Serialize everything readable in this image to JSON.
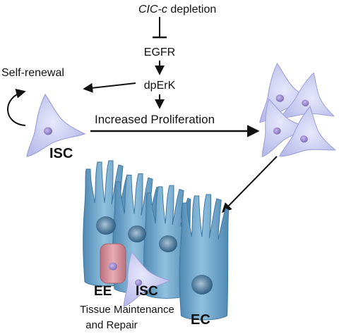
{
  "labels": {
    "cic": "CIC-c",
    "depletion": " depletion",
    "egfr": "EGFR",
    "dperk": "dpErK",
    "self_renewal": "Self-renewal",
    "increased_proliferation": "Increased Proliferation",
    "isc_left": "ISC",
    "ee": "EE",
    "isc_bottom": "ISC",
    "ec": "EC",
    "tissue_line1": "Tissue Maintenance",
    "tissue_line2": "and Repair"
  },
  "colors": {
    "isc_fill": "#c7c9ee",
    "isc_nucleus": "#9488c8",
    "ec_fill": "#6aa2c8",
    "ec_nucleus": "#3b6f93",
    "ee_fill": "#cf8c96",
    "arrow": "#111111"
  }
}
